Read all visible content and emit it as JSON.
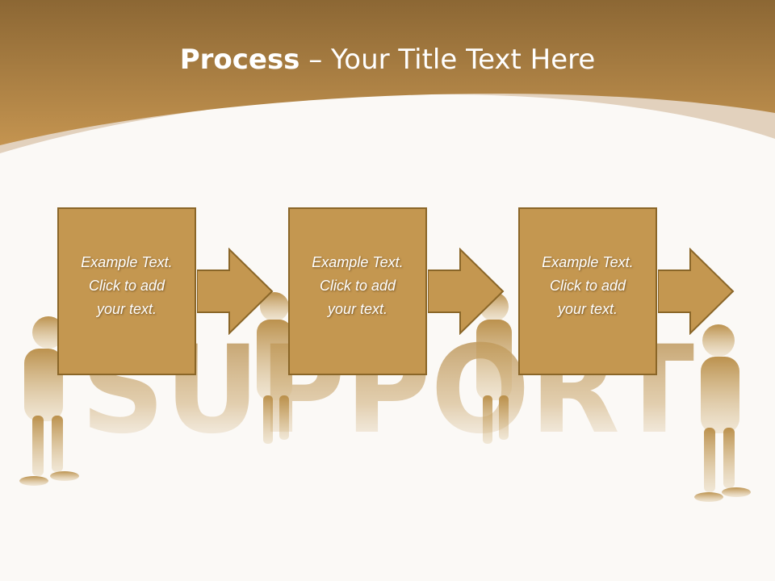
{
  "slide": {
    "title_bold": "Process",
    "title_rest": " – Your Title Text Here",
    "background_word": "SUPPORT",
    "colors": {
      "header": "#b58a44",
      "header_dark": "#8c6734",
      "box_fill": "#c49750",
      "box_border": "#8a6628",
      "background": "#fbf9f6"
    }
  },
  "steps": [
    {
      "line1": "Example Text.",
      "line2": "Click  to add",
      "line3": "your text."
    },
    {
      "line1": "Example Text.",
      "line2": "Click  to add",
      "line3": "your text."
    },
    {
      "line1": "Example Text.",
      "line2": "Click  to add",
      "line3": "your text."
    }
  ]
}
